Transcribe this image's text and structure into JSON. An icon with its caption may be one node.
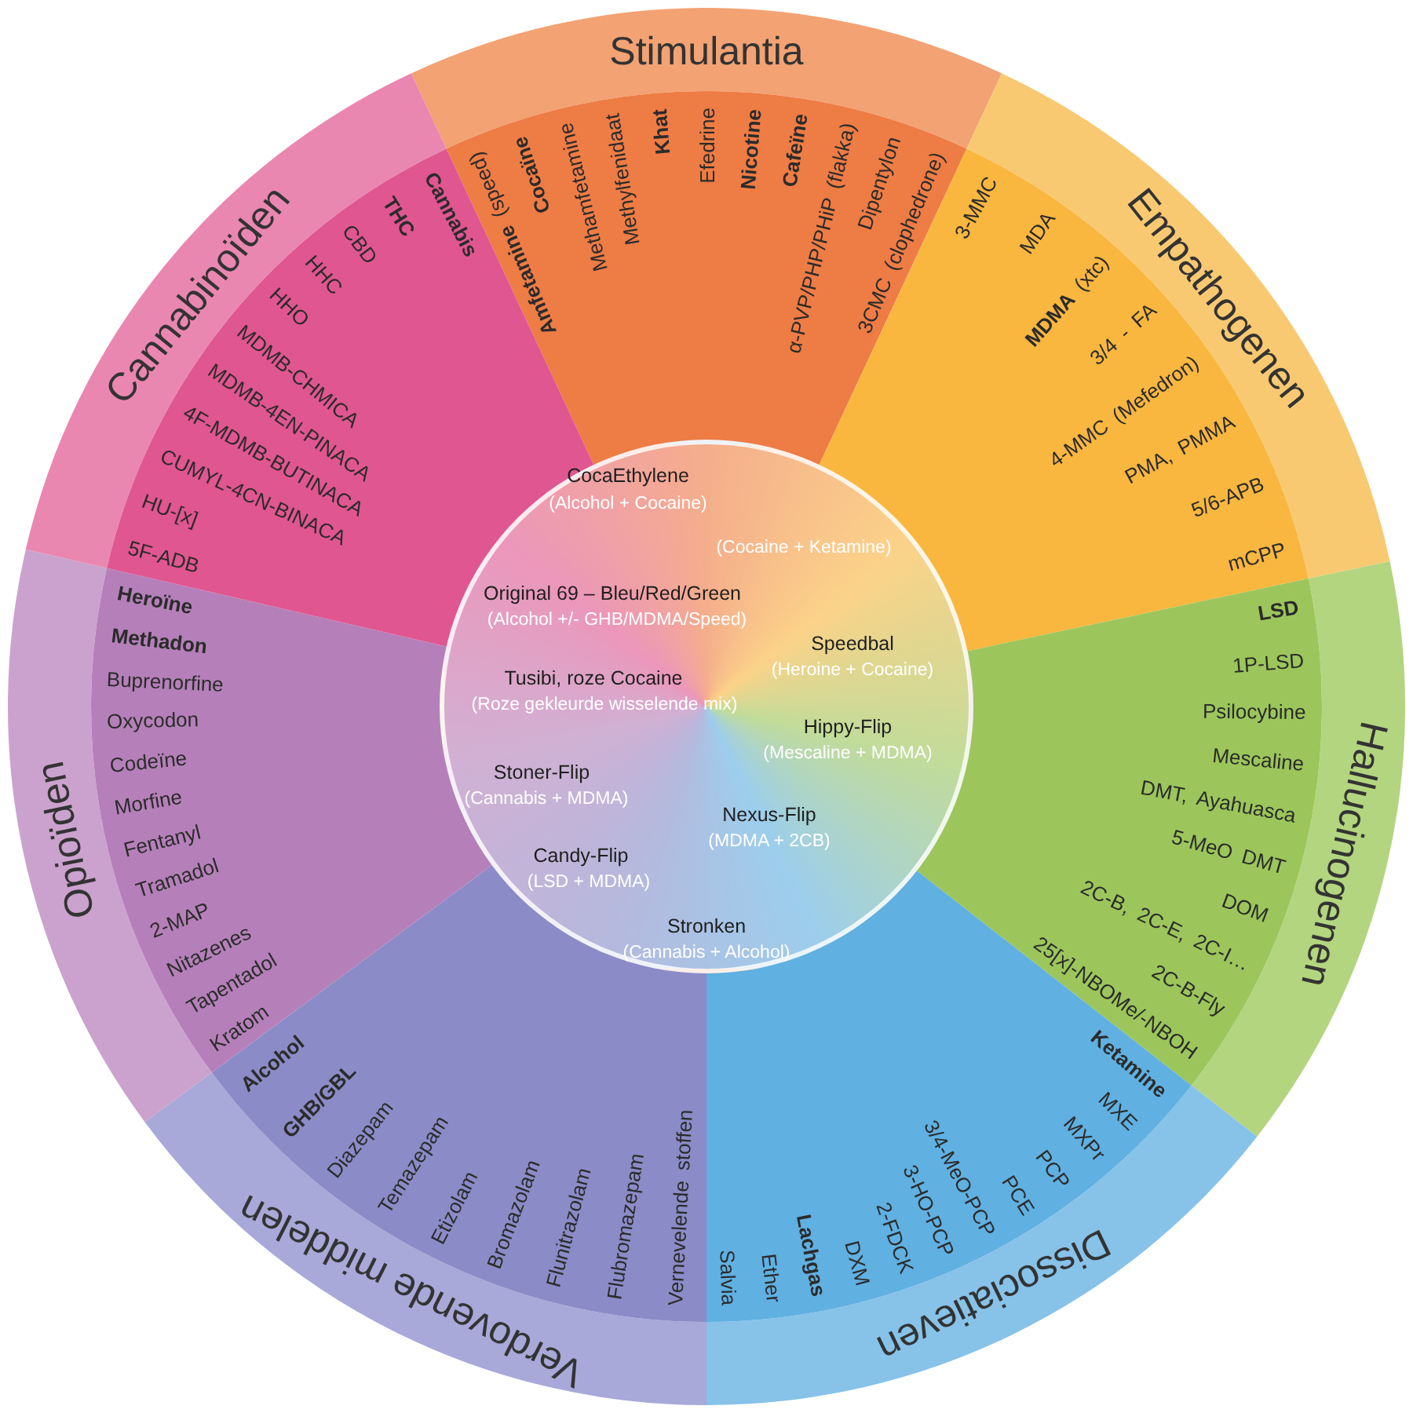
{
  "diagram": {
    "nodes": [
      {
        "text": [
          "Stimulantia",
          "**Amfetamine** (speed)",
          "Cocaïne",
          "Methamfetamine",
          "Methylfenidaat",
          "Khat",
          "Efedrine",
          "Nicotine",
          "Cafeïne",
          "α-PVP/PHP/PHiP (flakka)",
          "Dipentylon",
          "3CMC (clophedrone)"
        ]
      },
      {
        "text": [
          "Empathogenen",
          "3-MMC",
          "MDA",
          "**MDMA** (xtc)",
          "3/4 - FA",
          "4-MMC (Mefedron)",
          "PMA, PMMA",
          "5/6-APB",
          "mCPP"
        ]
      },
      {
        "text": [
          "Hallucinogenen",
          "LSD",
          "1P-LSD",
          "Psilocybine",
          "Mescaline",
          "DMT, Ayahuasca",
          "5-MeO DMT",
          "DOM",
          "2C-B, 2C-E, 2C-I…",
          "2C-B-Fly",
          "25[x]-NBOMe/-NBOH"
        ]
      },
      {
        "text": [
          "Dissociatieven",
          "Ketamine",
          "MXE",
          "MXPr",
          "PCP",
          "PCE",
          "3/4-MeO-PCP",
          "3-HO-PCP",
          "2-FDCK",
          "DXM",
          "Lachgas",
          "Ether",
          "Salvia"
        ]
      },
      {
        "text": [
          "Verdovende middelen",
          "Alcohol",
          "GHB/GBL",
          "Diazepam",
          "Temazepam",
          "Etizolam",
          "Bromazolam",
          "Flunitrazolam",
          "Flubromazepam",
          "Vernevelende stoffen"
        ]
      },
      {
        "text": [
          "Opioïden",
          "Heroïne",
          "Methadon",
          "Buprenorfine",
          "Oxycodon",
          "Codeïne",
          "Morfine",
          "Fentanyl",
          "Tramadol",
          "2-MAP",
          "Nitazenes",
          "Tapentadol",
          "Kratom"
        ]
      },
      {
        "text": [
          "Cannabinoïden",
          "Cannabis",
          "THC",
          "CBD",
          "HHC",
          "HHO",
          "MDMB-CHMICA",
          "MDMB-4EN-PINACA",
          "4F-MDMB-BUTINACA",
          "CUMYL-4CN-BINACA",
          "HU-[x]",
          "5F-ADB"
        ]
      },
      {
        "text": [
          "CocaEthylene",
          "(Alcohol + Cocaine)",
          "(Cocaine + Ketamine)",
          "Original 69 – Bleu/Red/Green",
          "(Alcohol +/- GHB/MDMA/Speed)",
          "Speedbal",
          "(Heroine + Cocaine)",
          "Tusibi, roze Cocaine",
          "(Roze gekleurde wisselende mix)",
          "Hippy-Flip",
          "(Mescaline + MDMA)",
          "Stoner-Flip",
          "(Cannabis + MDMA)",
          "Nexus-Flip",
          "(MDMA + 2CB)",
          "Candy-Flip",
          "(LSD + MDMA)",
          "Stronken",
          "(Cannabis + Alcohol)"
        ]
      }
    ]
  }
}
